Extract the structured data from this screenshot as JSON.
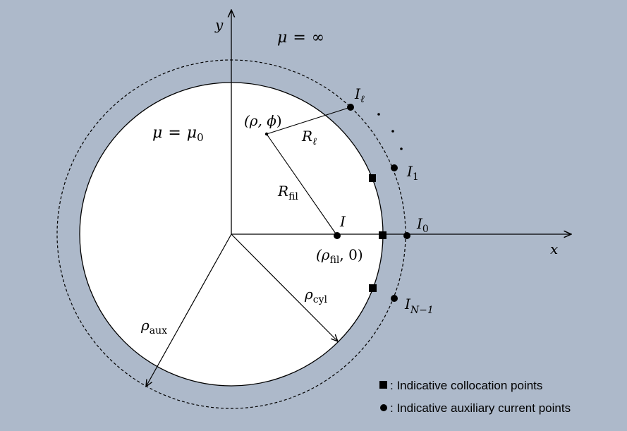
{
  "axes": {
    "x_label": "x",
    "y_label": "y"
  },
  "regions": {
    "outside": {
      "lhs": "μ",
      "eq": "=",
      "rhs": "∞"
    },
    "inside": {
      "lhs": "μ",
      "eq": "=",
      "rhs": "μ",
      "rhs_sub": "0"
    }
  },
  "points": {
    "field_point": {
      "open": "(ρ, ",
      "phi": "ϕ",
      "close": ")"
    },
    "filament": {
      "label": "I",
      "coord_open": "(ρ",
      "coord_sub": "fil",
      "coord_close": ", 0)"
    },
    "I_l": {
      "label": "I",
      "sub": "ℓ"
    },
    "I_1": {
      "label": "I",
      "sub": "1"
    },
    "I_0": {
      "label": "I",
      "sub": "0"
    },
    "I_N1": {
      "label": "I",
      "sub": "N−1"
    }
  },
  "distances": {
    "R_l": {
      "label": "R",
      "sub": "ℓ"
    },
    "R_fil": {
      "label": "R",
      "sub": "fil"
    },
    "rho_cyl": {
      "label": "ρ",
      "sub": "cyl"
    },
    "rho_aux": {
      "label": "ρ",
      "sub": "aux"
    }
  },
  "legend": {
    "collocation": ": Indicative collocation points",
    "auxiliary": ": Indicative auxiliary current points"
  },
  "colors": {
    "background": "#adb9ca",
    "cylinder_fill": "#ffffff",
    "ink": "#000000"
  }
}
